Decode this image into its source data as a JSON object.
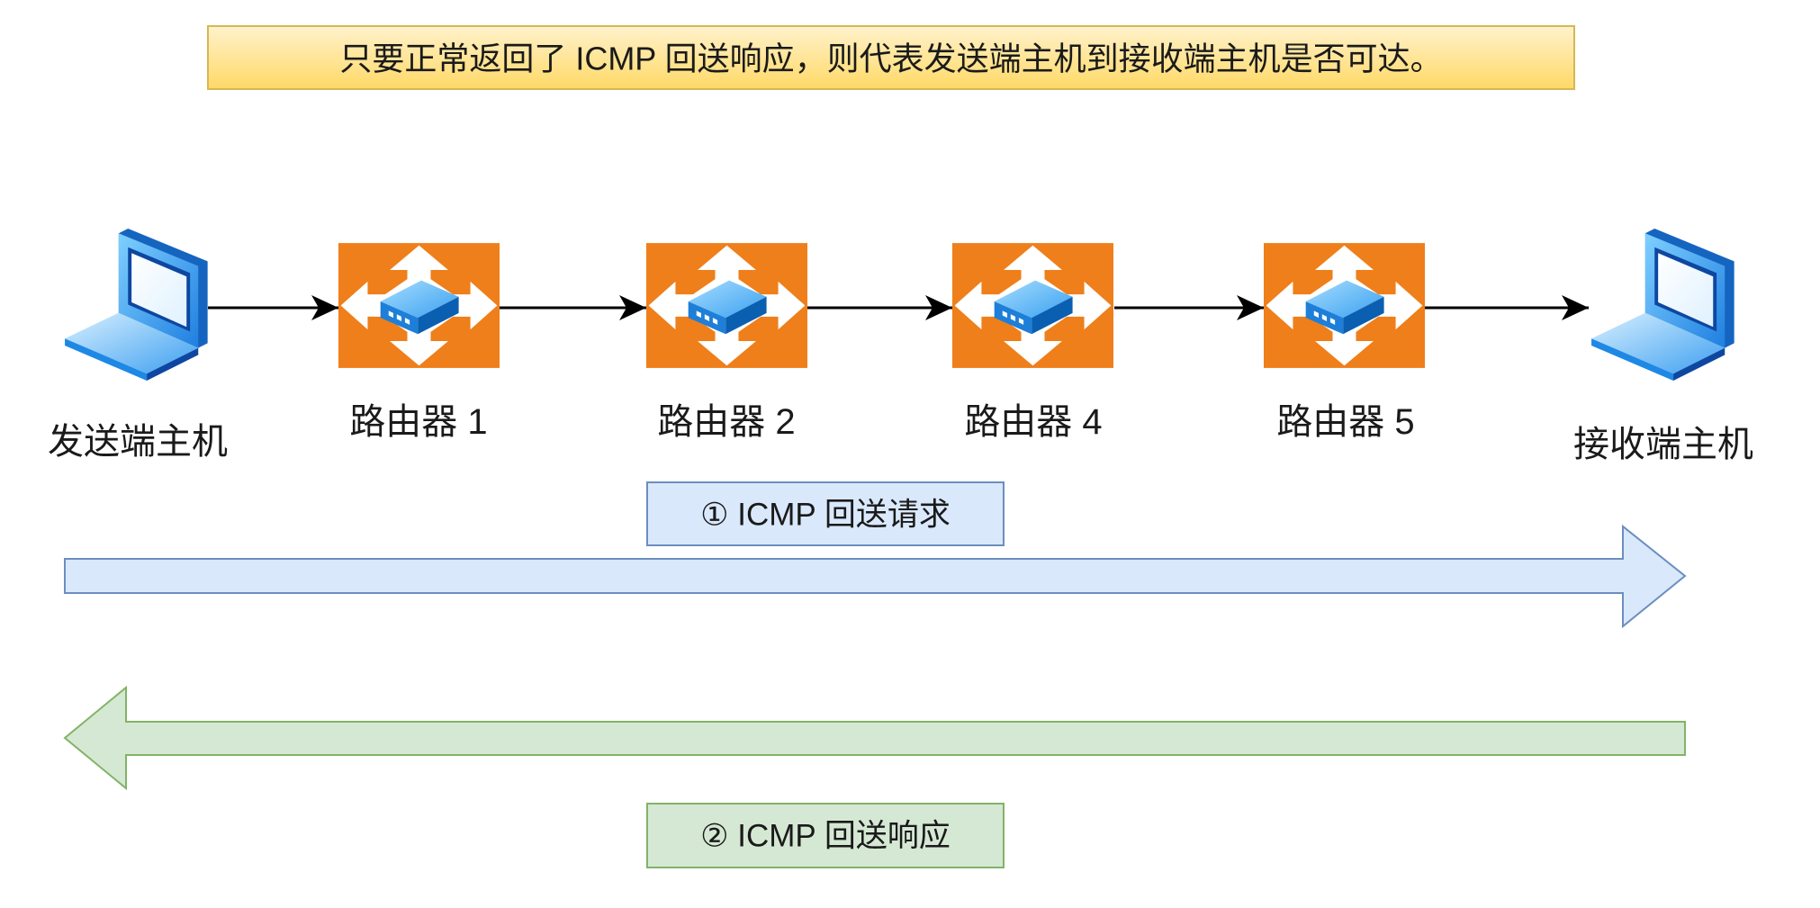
{
  "banner": {
    "text": "只要正常返回了 ICMP 回送响应，则代表发送端主机到接收端主机是否可达。"
  },
  "nodes": {
    "sender": {
      "label": "发送端主机",
      "icon": "laptop-icon"
    },
    "routers": [
      {
        "label": "路由器 1",
        "icon": "router-icon"
      },
      {
        "label": "路由器 2",
        "icon": "router-icon"
      },
      {
        "label": "路由器 4",
        "icon": "router-icon"
      },
      {
        "label": "路由器 5",
        "icon": "router-icon"
      }
    ],
    "receiver": {
      "label": "接收端主机",
      "icon": "laptop-icon"
    }
  },
  "flows": {
    "request": {
      "label": "① ICMP 回送请求"
    },
    "reply": {
      "label": "② ICMP 回送响应"
    }
  },
  "colors": {
    "banner_top": "#fff2cc",
    "banner_bottom": "#ffd966",
    "banner_stroke": "#d6b656",
    "router": "#ef7f1a",
    "request_fill": "#dae8fc",
    "request_stroke": "#6c8ebf",
    "reply_fill": "#d5e8d4",
    "reply_stroke": "#82b366"
  }
}
